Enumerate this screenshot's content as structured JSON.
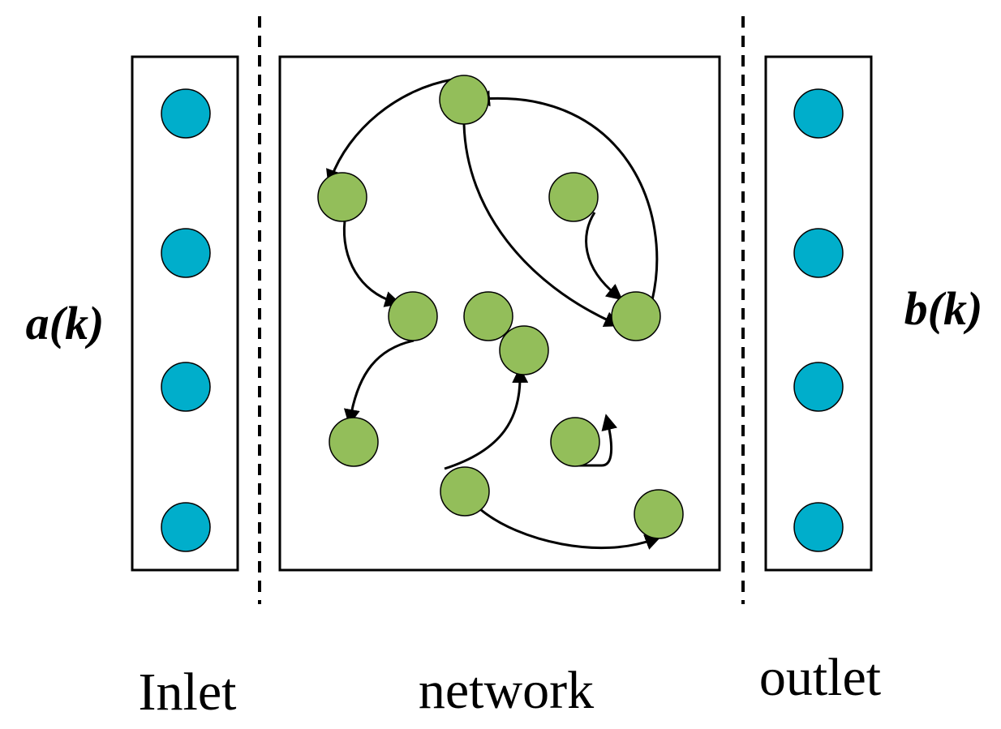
{
  "labels": {
    "left_symbol": "a(k)",
    "right_symbol": "b(k)",
    "inlet": "Inlet",
    "network": "network",
    "outlet": "outlet"
  },
  "colors": {
    "port_node": "#00AECB",
    "network_node": "#93BE5A",
    "stroke": "#000000"
  },
  "icons": {
    "arrowhead": "triangle-arrowhead"
  }
}
